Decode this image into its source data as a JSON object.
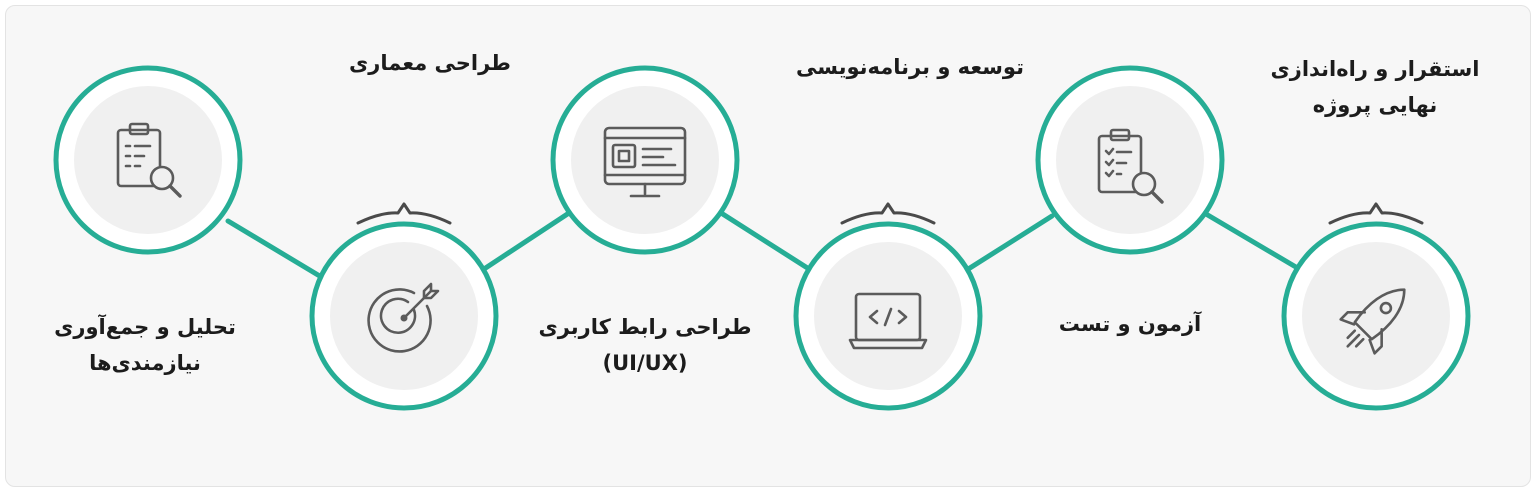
{
  "steps": [
    {
      "id": "analysis",
      "icon": "clipboard-search-icon",
      "lines": [
        "تحلیل و جمع‌آوری",
        "نیازمندی‌ها"
      ]
    },
    {
      "id": "architecture",
      "icon": "target-arrow-icon",
      "lines": [
        "طراحی معماری"
      ]
    },
    {
      "id": "ui-ux",
      "icon": "monitor-layout-icon",
      "lines": [
        "طراحی رابط کاربری",
        "(UI/UX)"
      ]
    },
    {
      "id": "development",
      "icon": "laptop-code-icon",
      "lines": [
        "توسعه و برنامه‌نویسی"
      ]
    },
    {
      "id": "testing",
      "icon": "clipboard-checklist-search-icon",
      "lines": [
        "آزمون و تست"
      ]
    },
    {
      "id": "deployment",
      "icon": "rocket-icon",
      "lines": [
        "استقرار و راه‌اندازی",
        "نهایی پروژه"
      ]
    }
  ],
  "colors": {
    "accent": "#26ad95",
    "icon": "#5b5b5b",
    "text": "#1c1c1c",
    "node_inner": "#f0f0f0"
  }
}
